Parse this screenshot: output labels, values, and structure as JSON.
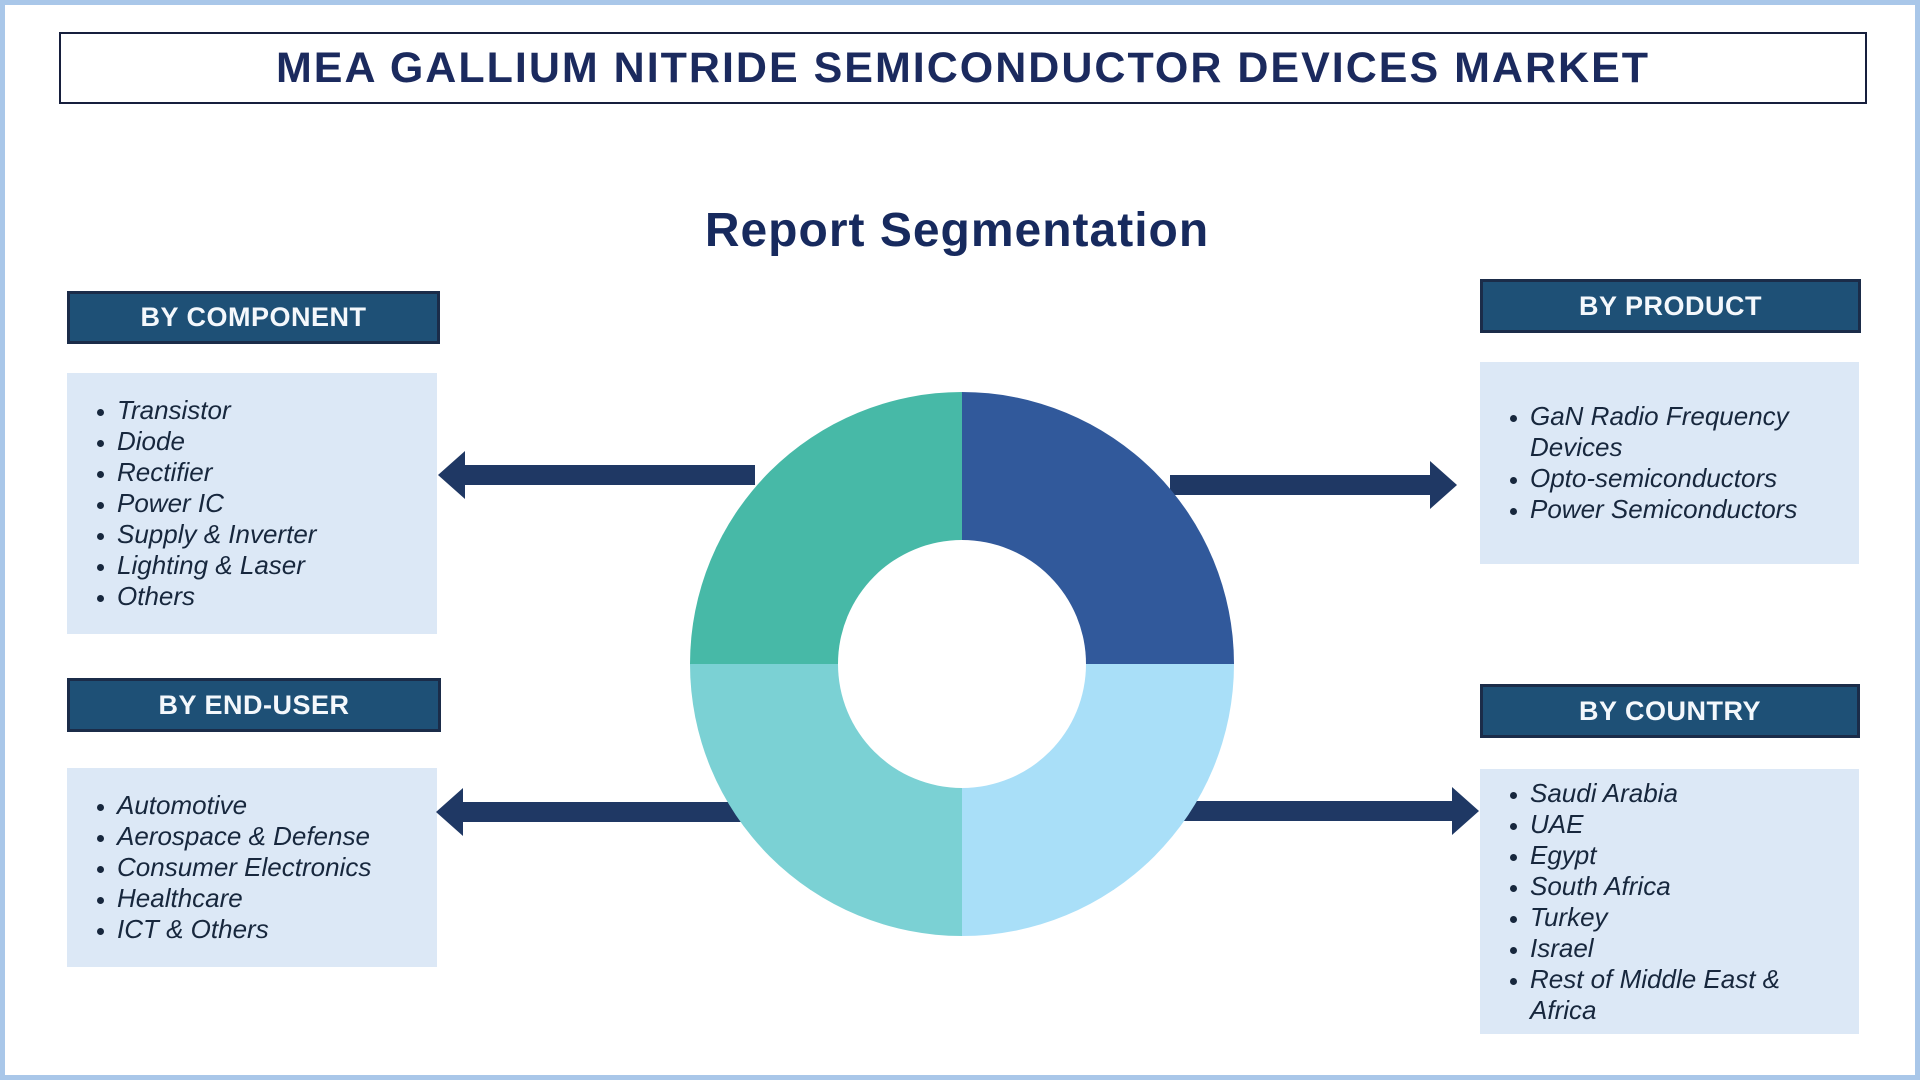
{
  "header": {
    "title": "MEA GALLIUM NITRIDE SEMICONDUCTOR DEVICES MARKET",
    "subtitle": "Report Segmentation"
  },
  "sections": {
    "component": {
      "label": "BY COMPONENT",
      "items": [
        "Transistor",
        "Diode",
        "Rectifier",
        "Power IC",
        "Supply & Inverter",
        "Lighting & Laser",
        "Others"
      ]
    },
    "product": {
      "label": "BY PRODUCT",
      "items": [
        "GaN Radio Frequency Devices",
        "Opto-semiconductors",
        "Power Semiconductors"
      ]
    },
    "end_user": {
      "label": "BY END-USER",
      "items": [
        "Automotive",
        "Aerospace & Defense",
        "Consumer Electronics",
        "Healthcare",
        "ICT & Others"
      ]
    },
    "country": {
      "label": "BY COUNTRY",
      "items": [
        "Saudi Arabia",
        "UAE",
        "Egypt",
        "South Africa",
        "Turkey",
        "Israel",
        "Rest of Middle East & Africa"
      ]
    }
  },
  "donut": {
    "type": "donut",
    "segments": [
      {
        "name": "quadrant-top-right",
        "value": 25,
        "color": "#31599b"
      },
      {
        "name": "quadrant-bottom-right",
        "value": 25,
        "color": "#a9dff8"
      },
      {
        "name": "quadrant-bottom-left",
        "value": 25,
        "color": "#7bd1d4"
      },
      {
        "name": "quadrant-top-left",
        "value": 25,
        "color": "#47b9a7"
      }
    ]
  },
  "colors": {
    "frame_border": "#a9c7e9",
    "title_text": "#1b2a5e",
    "section_header_bg": "#1e5076",
    "section_header_border": "#1b2c49",
    "list_bg": "#dce8f6",
    "list_text": "#17273d",
    "arrow": "#1f3864"
  }
}
